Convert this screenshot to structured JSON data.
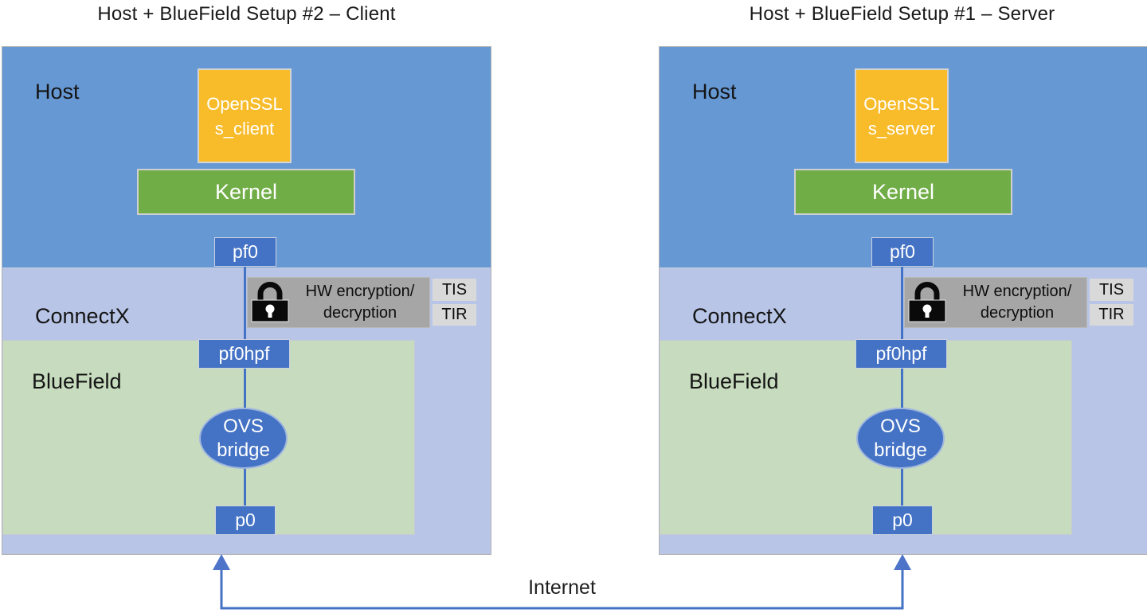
{
  "setups": [
    {
      "title": "Host + BlueField Setup #2 – Client",
      "openssl_app_line1": "OpenSSL",
      "openssl_app_line2": "s_client"
    },
    {
      "title": "Host + BlueField Setup #1 – Server",
      "openssl_app_line1": "OpenSSL",
      "openssl_app_line2": "s_server"
    }
  ],
  "labels": {
    "host": "Host",
    "kernel": "Kernel",
    "pf0": "pf0",
    "connectx": "ConnectX",
    "hw_line1": "HW encryption/",
    "hw_line2": "decryption",
    "tis": "TIS",
    "tir": "TIR",
    "bluefield": "BlueField",
    "pf0hpf": "pf0hpf",
    "ovs_line1": "OVS",
    "ovs_line2": "bridge",
    "p0": "p0",
    "internet": "Internet"
  },
  "icons": {
    "lock": "lock-icon"
  },
  "colors": {
    "host_blue": "#6698d4",
    "shell_periwinkle": "#b8c5e7",
    "bluefield_green": "#c7dcbe",
    "kernel_green": "#71ad47",
    "node_blue": "#4472c4",
    "openssl_amber": "#f8bc2b",
    "hw_gray": "#a6a6a6",
    "chip_gray": "#d9d9d9",
    "connector_blue": "#4472c4"
  }
}
